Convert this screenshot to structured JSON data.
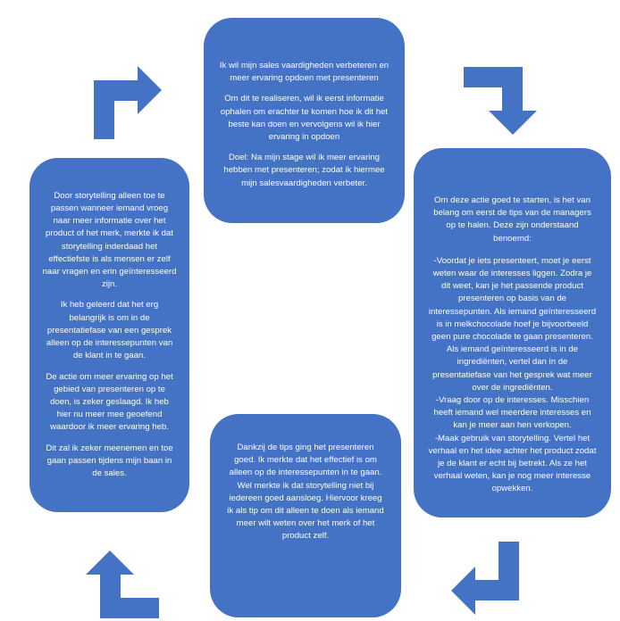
{
  "boxes": {
    "top": {
      "p1": "Ik wil mijn sales vaardigheden verbeteren en meer ervaring opdoen met presenteren",
      "p2": "Om dit te realiseren, wil ik eerst informatie ophalen om erachter te komen hoe ik dit het beste kan doen en vervolgens wil ik hier ervaring in opdoen",
      "p3": "Doel: Na mijn stage wil ik meer ervaring hebben met presenteren; zodat ik hiermee mijn salesvaardigheden verbeter."
    },
    "left": {
      "p1": "Door storytelling alleen toe te passen wanneer iemand vroeg naar meer informatie over het product of het merk, merkte ik dat storytelling inderdaad het effectiefste is als mensen er zelf naar vragen en erin geïnteresseerd zijn.",
      "p2": "Ik heb geleerd dat het erg belangrijk is om in de presentatiefase van een gesprek alleen op de interessepunten van de klant in te gaan.",
      "p3": "De actie om meer ervaring op het gebied van presenteren op te doen, is zeker geslaagd. Ik heb hier nu meer mee geoefend waardoor ik meer ervaring heb.",
      "p4": "Dit zal ik zeker meenemen en toe gaan passen tijdens mijn baan in de sales."
    },
    "right": {
      "p1": "Om deze actie goed te starten, is het van belang om eerst de tips van de managers op te halen. Deze zijn onderstaand benoemd:",
      "p2": "-Voordat je iets presenteert, moet je eerst weten waar de interesses liggen. Zodra je dit weet, kan je het passende product presenteren op basis van de interessepunten. Als iemand geïnteresseerd is in melkchocolade hoef je bijvoorbeeld geen pure chocolade te gaan presenteren. Als iemand geïnteresseerd is in de ingrediënten, vertel dan in de presentatiefase van het gesprek wat meer over de ingrediënten.",
      "p3": "-Vraag door op de interesses. Misschien heeft iemand wel meerdere interesses en kan je meer aan hen verkopen.",
      "p4": "-Maak gebruik van storytelling. Vertel het verhaal en het idee achter het product zodat je de klant er echt bij betrekt. Als ze het verhaal weten, kan je nog meer interesse opwekken."
    },
    "bottom": {
      "p1": "Dankzij de tips ging het presenteren goed. Ik merkte dat het effectief is om alleen op de interessepunten in te gaan. Wel merkte ik dat storytelling niet bij iedereen goed aansloeg. Hiervoor kreeg ik als tip om dit alleen te doen als iemand meer wilt weten over het merk of het product zelf."
    }
  },
  "colors": {
    "accent": "#4472C4",
    "text": "#FFFFFF"
  },
  "arrows": [
    "bent-arrow-right",
    "bent-arrow-down",
    "bent-arrow-left",
    "bent-arrow-up"
  ]
}
